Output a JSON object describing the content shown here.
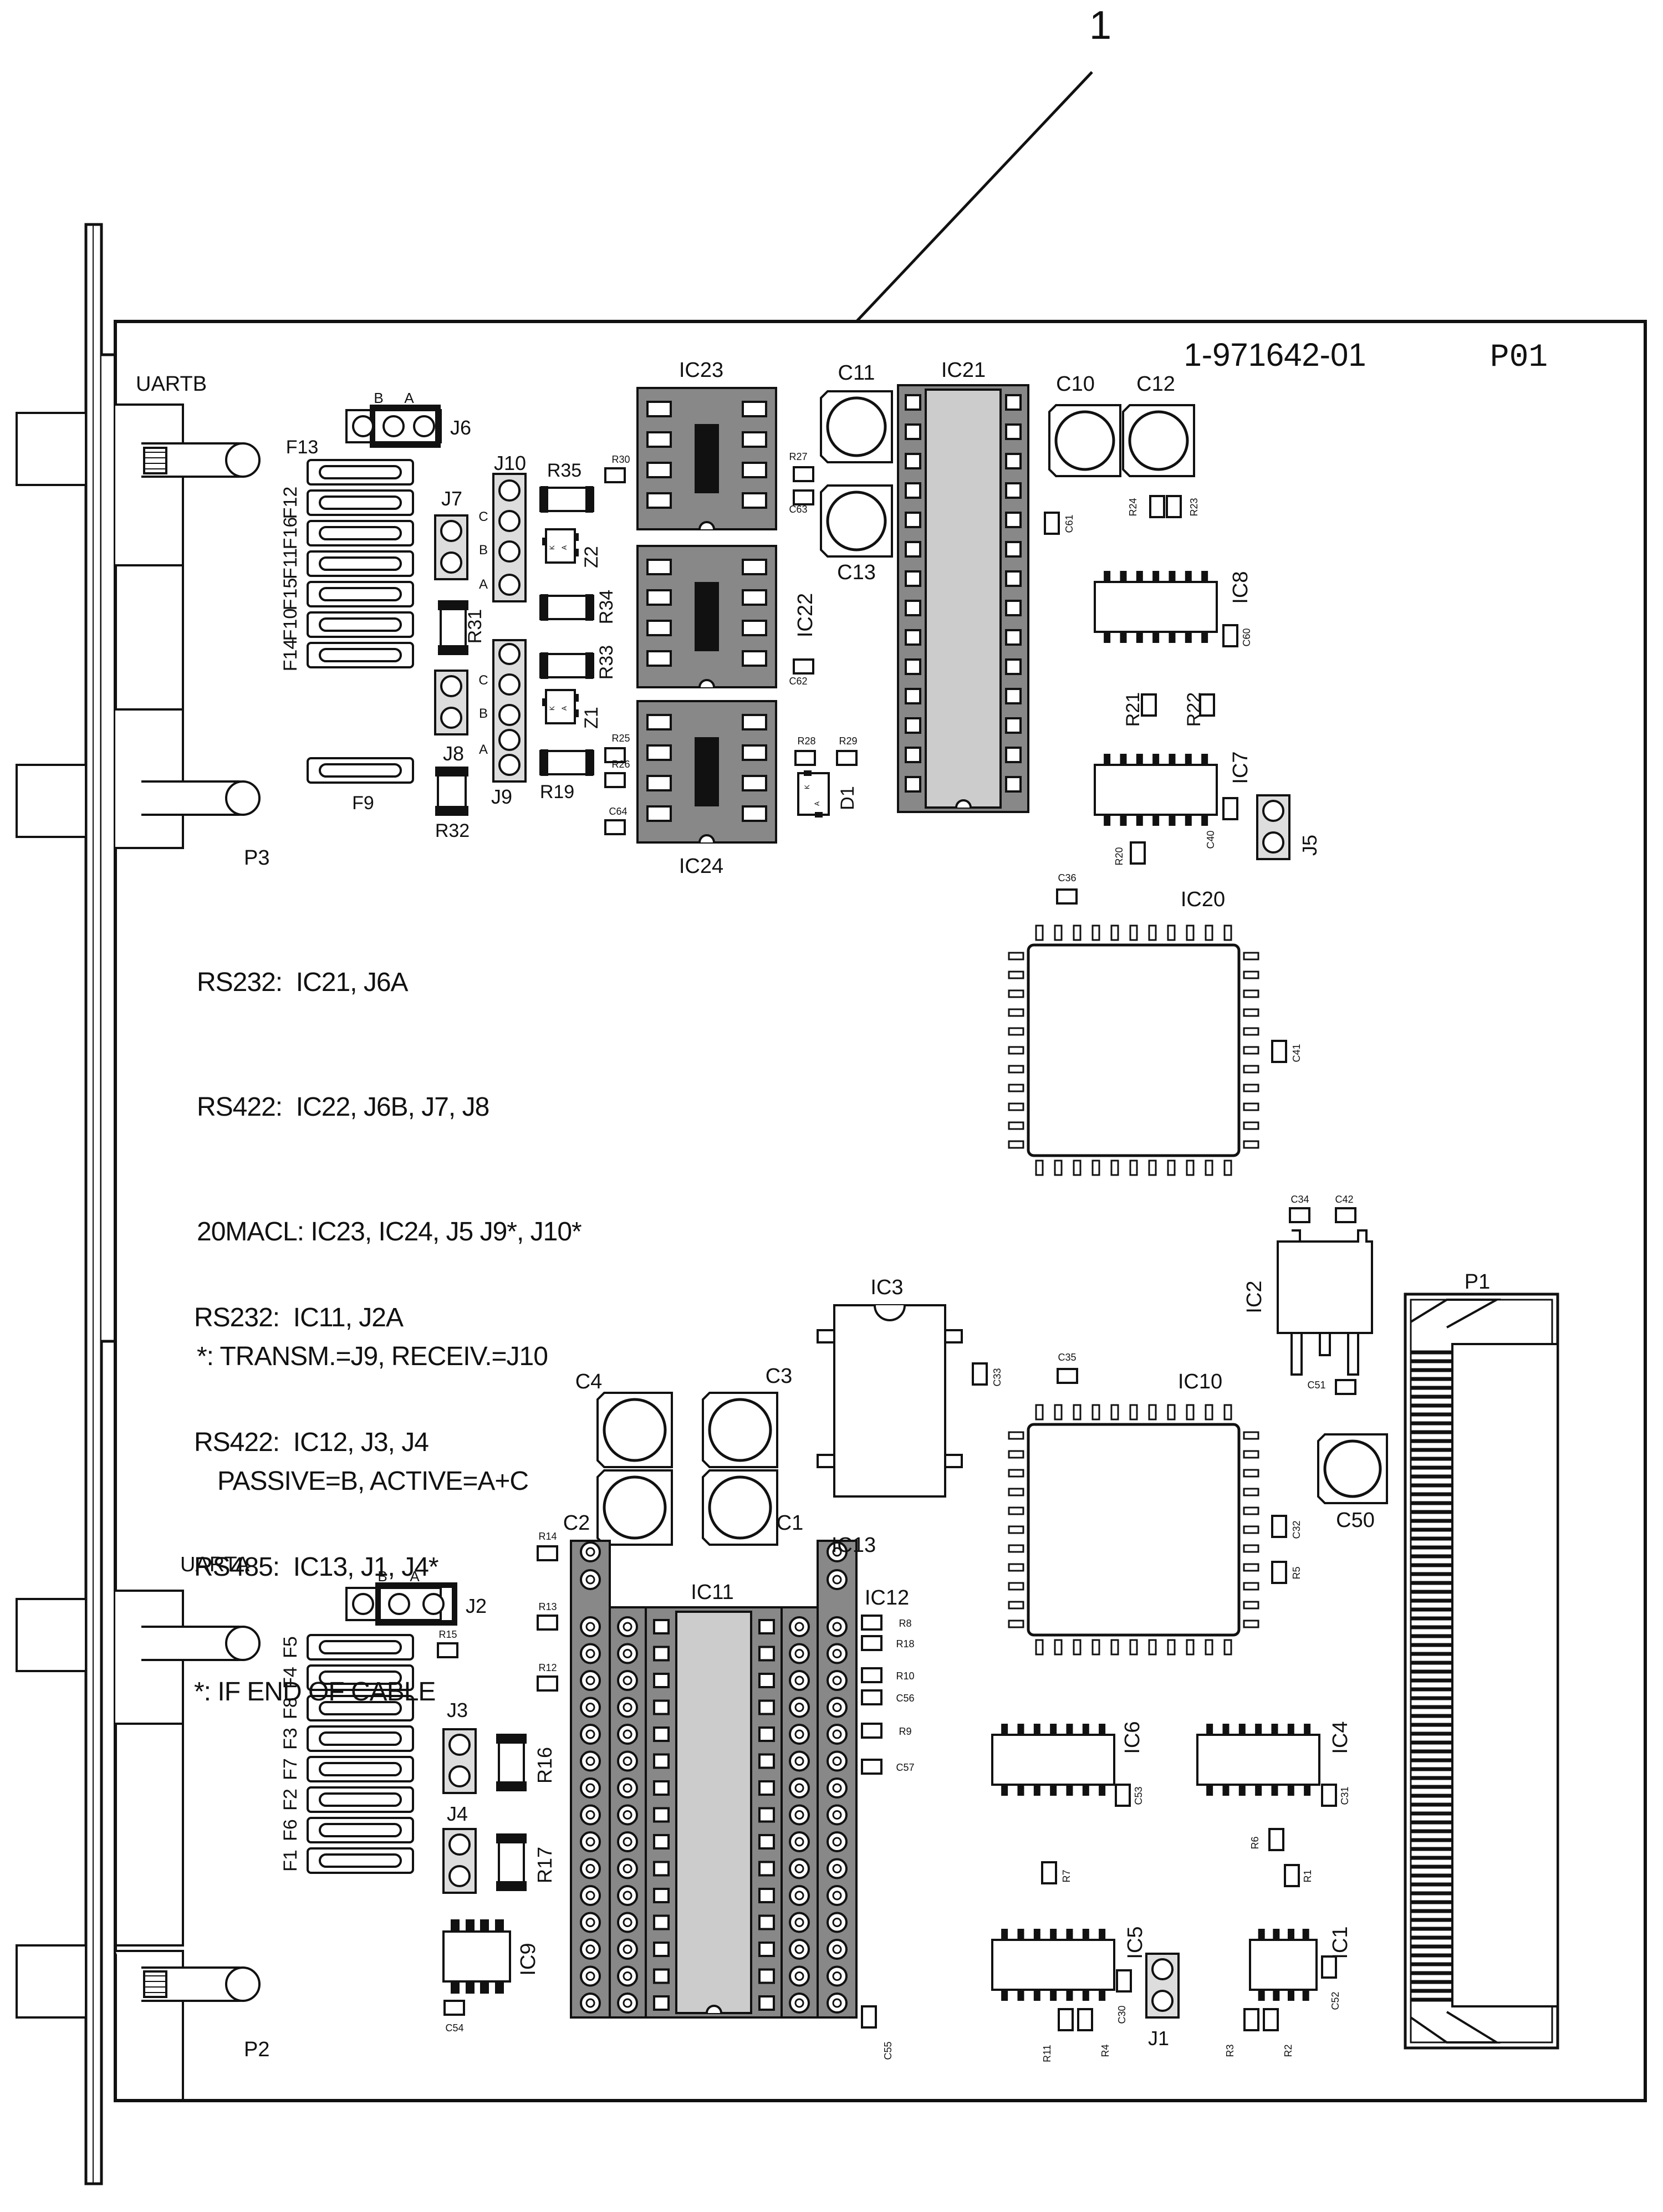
{
  "callout": "1",
  "board": {
    "part_number": "1-971642-01",
    "revision": "P01"
  },
  "uart_b": {
    "title": "UARTB",
    "connector": "P3",
    "jumper_ab": {
      "name": "J6",
      "b": "B",
      "a": "A"
    },
    "fuses": [
      "F13",
      "F12",
      "F16",
      "F11",
      "F15",
      "F10",
      "F14",
      "F9"
    ]
  },
  "uart_a": {
    "title": "UARTA",
    "connector": "P2",
    "jumper_ab": {
      "name": "J2",
      "b": "B",
      "a": "A"
    },
    "fuses": [
      "F5",
      "F4",
      "F8",
      "F3",
      "F7",
      "F2",
      "F6",
      "F1"
    ]
  },
  "notes_b": [
    "RS232:  IC21, J6A",
    "RS422:  IC22, J6B, J7, J8",
    "20MACL: IC23, IC24, J5 J9*, J10*",
    "*: TRANSM.=J9, RECEIV.=J10",
    "   PASSIVE=B, ACTIVE=A+C"
  ],
  "notes_a": [
    "RS232:  IC11, J2A",
    "RS422:  IC12, J3, J4",
    "RS485:  IC13, J1, J4*",
    "*: IF END OF CABLE"
  ],
  "jumper_labels": {
    "J10": "J10",
    "J9": "J9",
    "J7": "J7",
    "J8": "J8",
    "J5": "J5",
    "J3": "J3",
    "J4": "J4",
    "J1": "J1",
    "abc": [
      "A",
      "B",
      "C"
    ]
  },
  "resistor_labels": {
    "R35": "R35",
    "R34": "R34",
    "R33": "R33",
    "R31": "R31",
    "R32": "R32",
    "R19": "R19",
    "R16": "R16",
    "R17": "R17",
    "R21": "R21",
    "R22": "R22",
    "R30": "R30",
    "R27": "R27",
    "R28": "R28",
    "R29": "R29",
    "R25": "R25",
    "R26": "R26",
    "R24": "R24",
    "R23": "R23",
    "R20": "R20",
    "R14": "R14",
    "R13": "R13",
    "R12": "R12",
    "R15": "R15",
    "R8": "R8",
    "R18": "R18",
    "R10": "R10",
    "R9": "R9",
    "R5": "R5",
    "R6": "R6",
    "R1": "R1",
    "R7": "R7",
    "R11": "R11",
    "R4": "R4",
    "R3": "R3",
    "R2": "R2"
  },
  "diode_labels": {
    "Z1": "Z1",
    "Z2": "Z2",
    "D1": "D1",
    "A": "A",
    "K": "K"
  },
  "cap_labels": {
    "C11": "C11",
    "C13": "C13",
    "C10": "C10",
    "C12": "C12",
    "C4": "C4",
    "C3": "C3",
    "C2": "C2",
    "C1": "C1",
    "C50": "C50",
    "C63": "C63",
    "C62": "C62",
    "C64": "C64",
    "C61": "C61",
    "C60": "C60",
    "C40": "C40",
    "C36": "C36",
    "C41": "C41",
    "C34": "C34",
    "C42": "C42",
    "C51": "C51",
    "C35": "C35",
    "C33": "C33",
    "C32": "C32",
    "C56": "C56",
    "C57": "C57",
    "C55": "C55",
    "C54": "C54",
    "C53": "C53",
    "C31": "C31",
    "C30": "C30",
    "C52": "C52"
  },
  "ic_labels": {
    "IC23": "IC23",
    "IC22": "IC22",
    "IC24": "IC24",
    "IC21": "IC21",
    "IC8": "IC8",
    "IC7": "IC7",
    "IC20": "IC20",
    "IC2": "IC2",
    "IC3": "IC3",
    "IC10": "IC10",
    "IC11": "IC11",
    "IC12": "IC12",
    "IC13": "IC13",
    "IC6": "IC6",
    "IC4": "IC4",
    "IC5": "IC5",
    "IC1": "IC1",
    "IC9": "IC9"
  },
  "connector_p1": "P1"
}
